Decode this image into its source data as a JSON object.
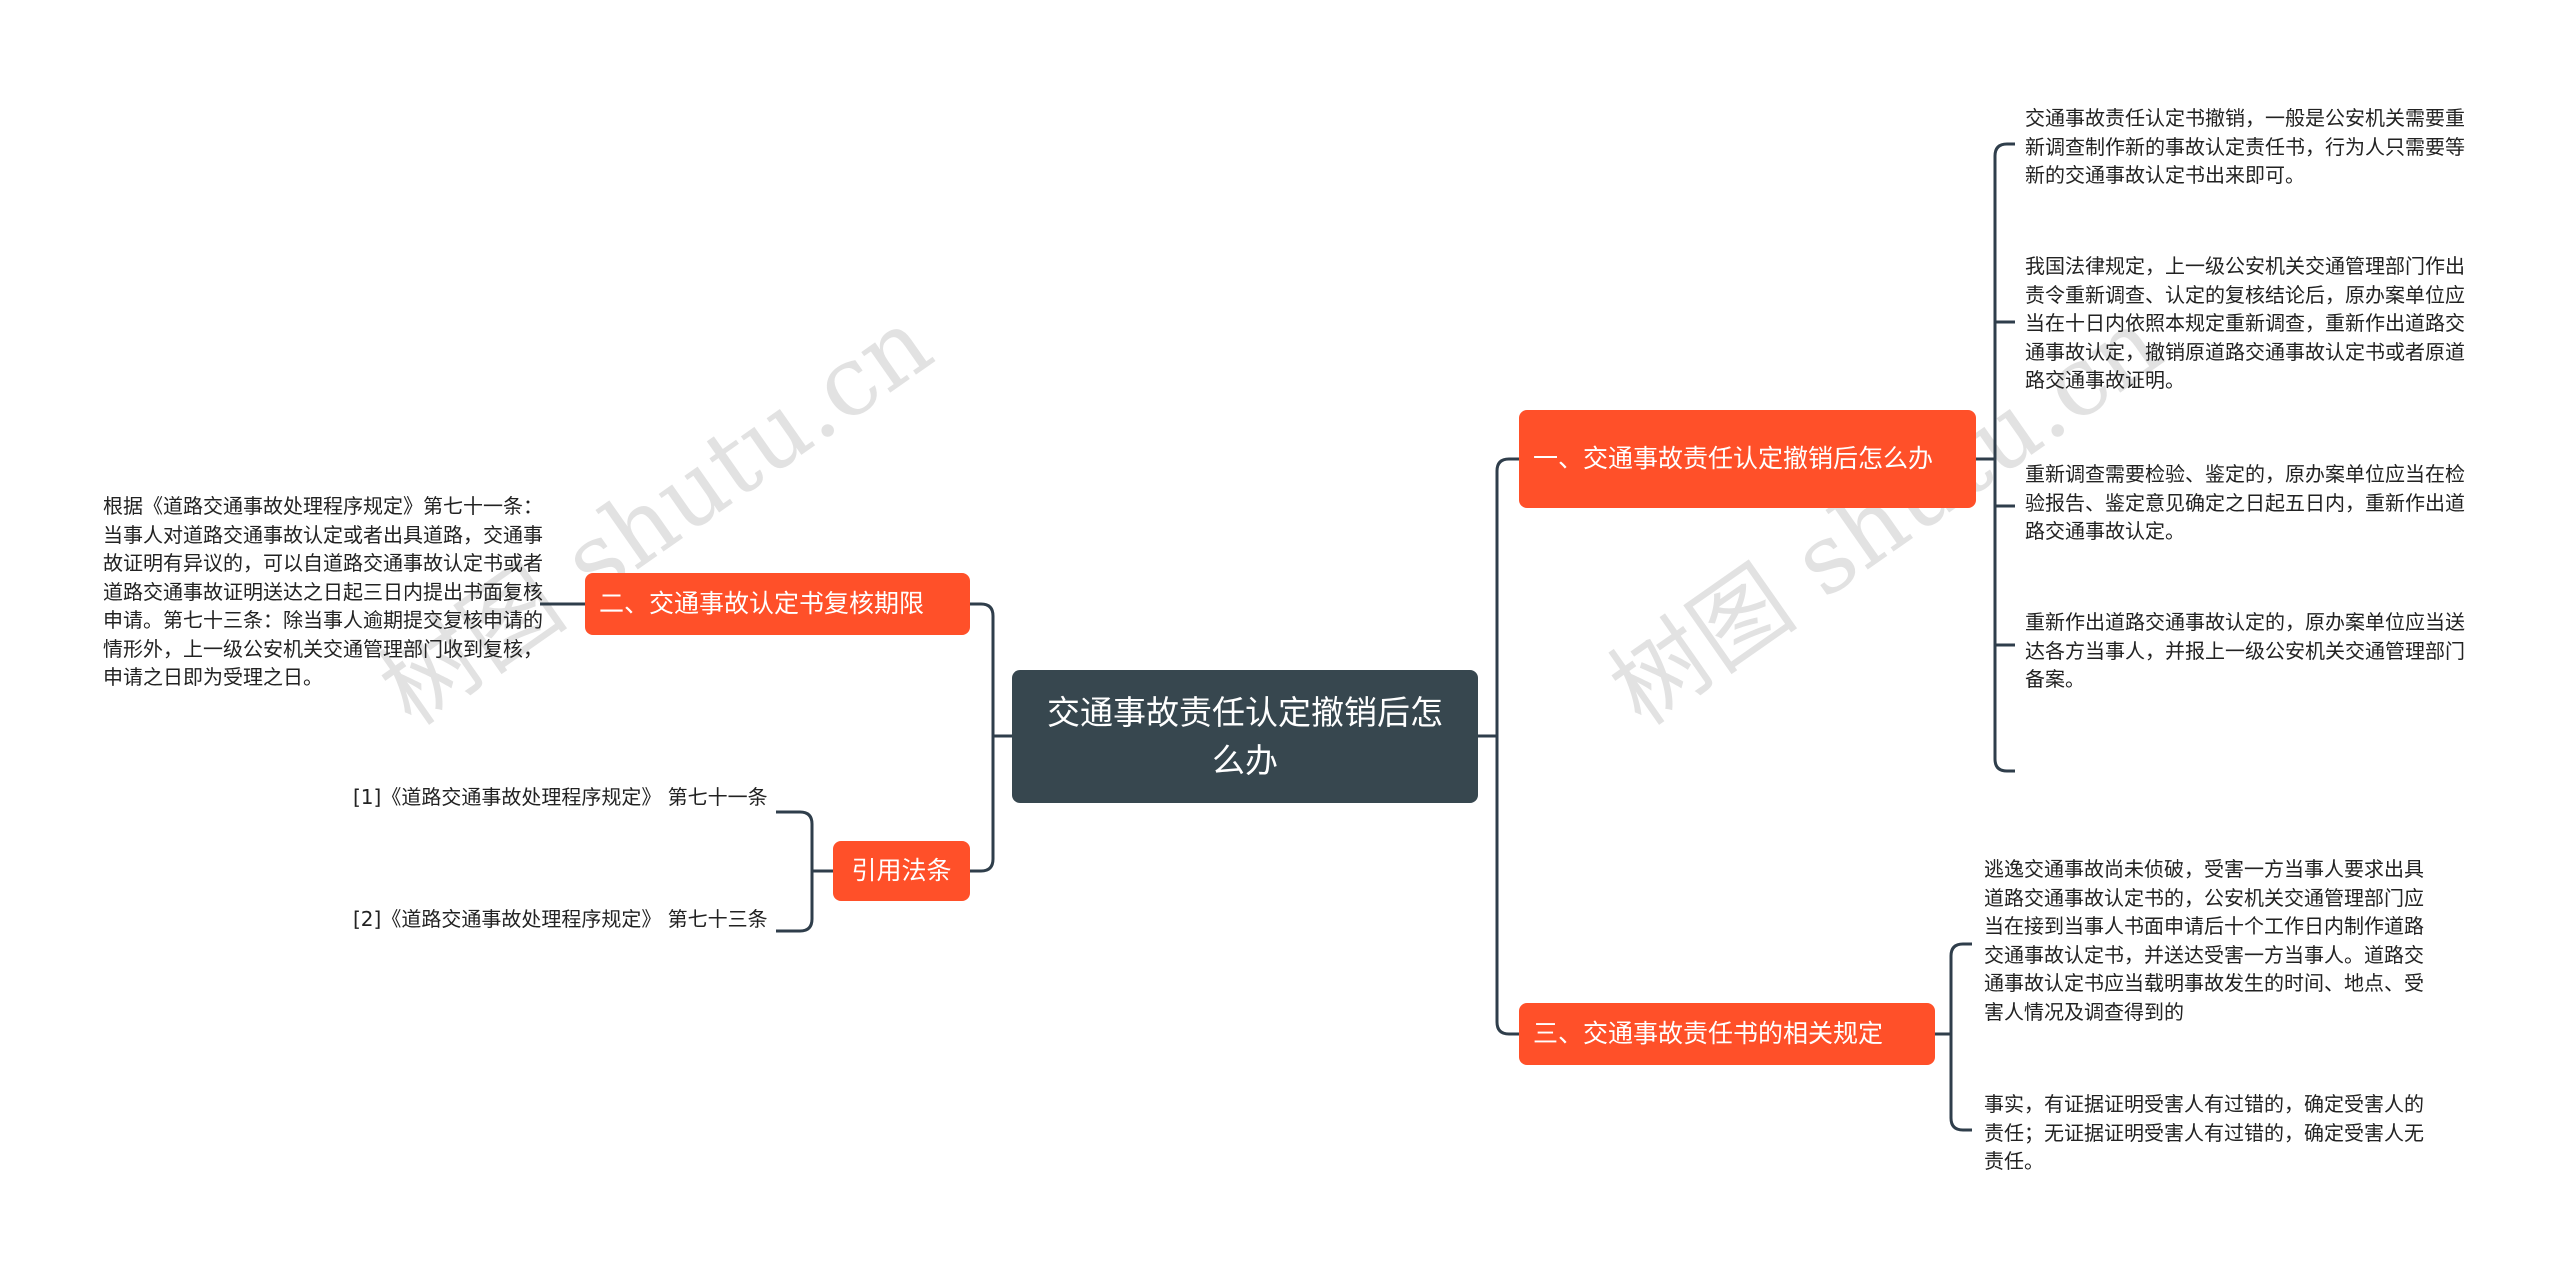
{
  "watermark": "树图 shutu.cn",
  "colors": {
    "center": "#37474f",
    "branch": "#ff5029",
    "line": "#2f3e4b"
  },
  "center": {
    "title": "交通事故责任认定撤销后怎么办"
  },
  "branches": {
    "b1": {
      "label": "一、交通事故责任认定撤销后怎么办",
      "items": [
        "交通事故责任认定书撤销，一般是公安机关需要重新调查制作新的事故认定责任书，行为人只需要等新的交通事故认定书出来即可。",
        "我国法律规定，上一级公安机关交通管理部门作出责令重新调查、认定的复核结论后，原办案单位应当在十日内依照本规定重新调查，重新作出道路交通事故认定，撤销原道路交通事故认定书或者原道路交通事故证明。",
        "重新调查需要检验、鉴定的，原办案单位应当在检验报告、鉴定意见确定之日起五日内，重新作出道路交通事故认定。",
        "重新作出道路交通事故认定的，原办案单位应当送达各方当事人，并报上一级公安机关交通管理部门备案。"
      ]
    },
    "b2": {
      "label": "二、交通事故认定书复核期限",
      "items": [
        "根据《道路交通事故处理程序规定》第七十一条：当事人对道路交通事故认定或者出具道路，交通事故证明有异议的，可以自道路交通事故认定书或者道路交通事故证明送达之日起三日内提出书面复核申请。第七十三条：除当事人逾期提交复核申请的情形外，上一级公安机关交通管理部门收到复核，申请之日即为受理之日。"
      ]
    },
    "b3": {
      "label": "三、交通事故责任书的相关规定",
      "items": [
        "逃逸交通事故尚未侦破，受害一方当事人要求出具道路交通事故认定书的，公安机关交通管理部门应当在接到当事人书面申请后十个工作日内制作道路交通事故认定书，并送达受害一方当事人。道路交通事故认定书应当载明事故发生的时间、地点、受害人情况及调查得到的",
        "事实，有证据证明受害人有过错的，确定受害人的责任；无证据证明受害人有过错的，确定受害人无责任。"
      ]
    },
    "refs": {
      "label": "引用法条",
      "items": [
        "[1]《道路交通事故处理程序规定》 第七十一条",
        "[2]《道路交通事故处理程序规定》 第七十三条"
      ]
    }
  }
}
